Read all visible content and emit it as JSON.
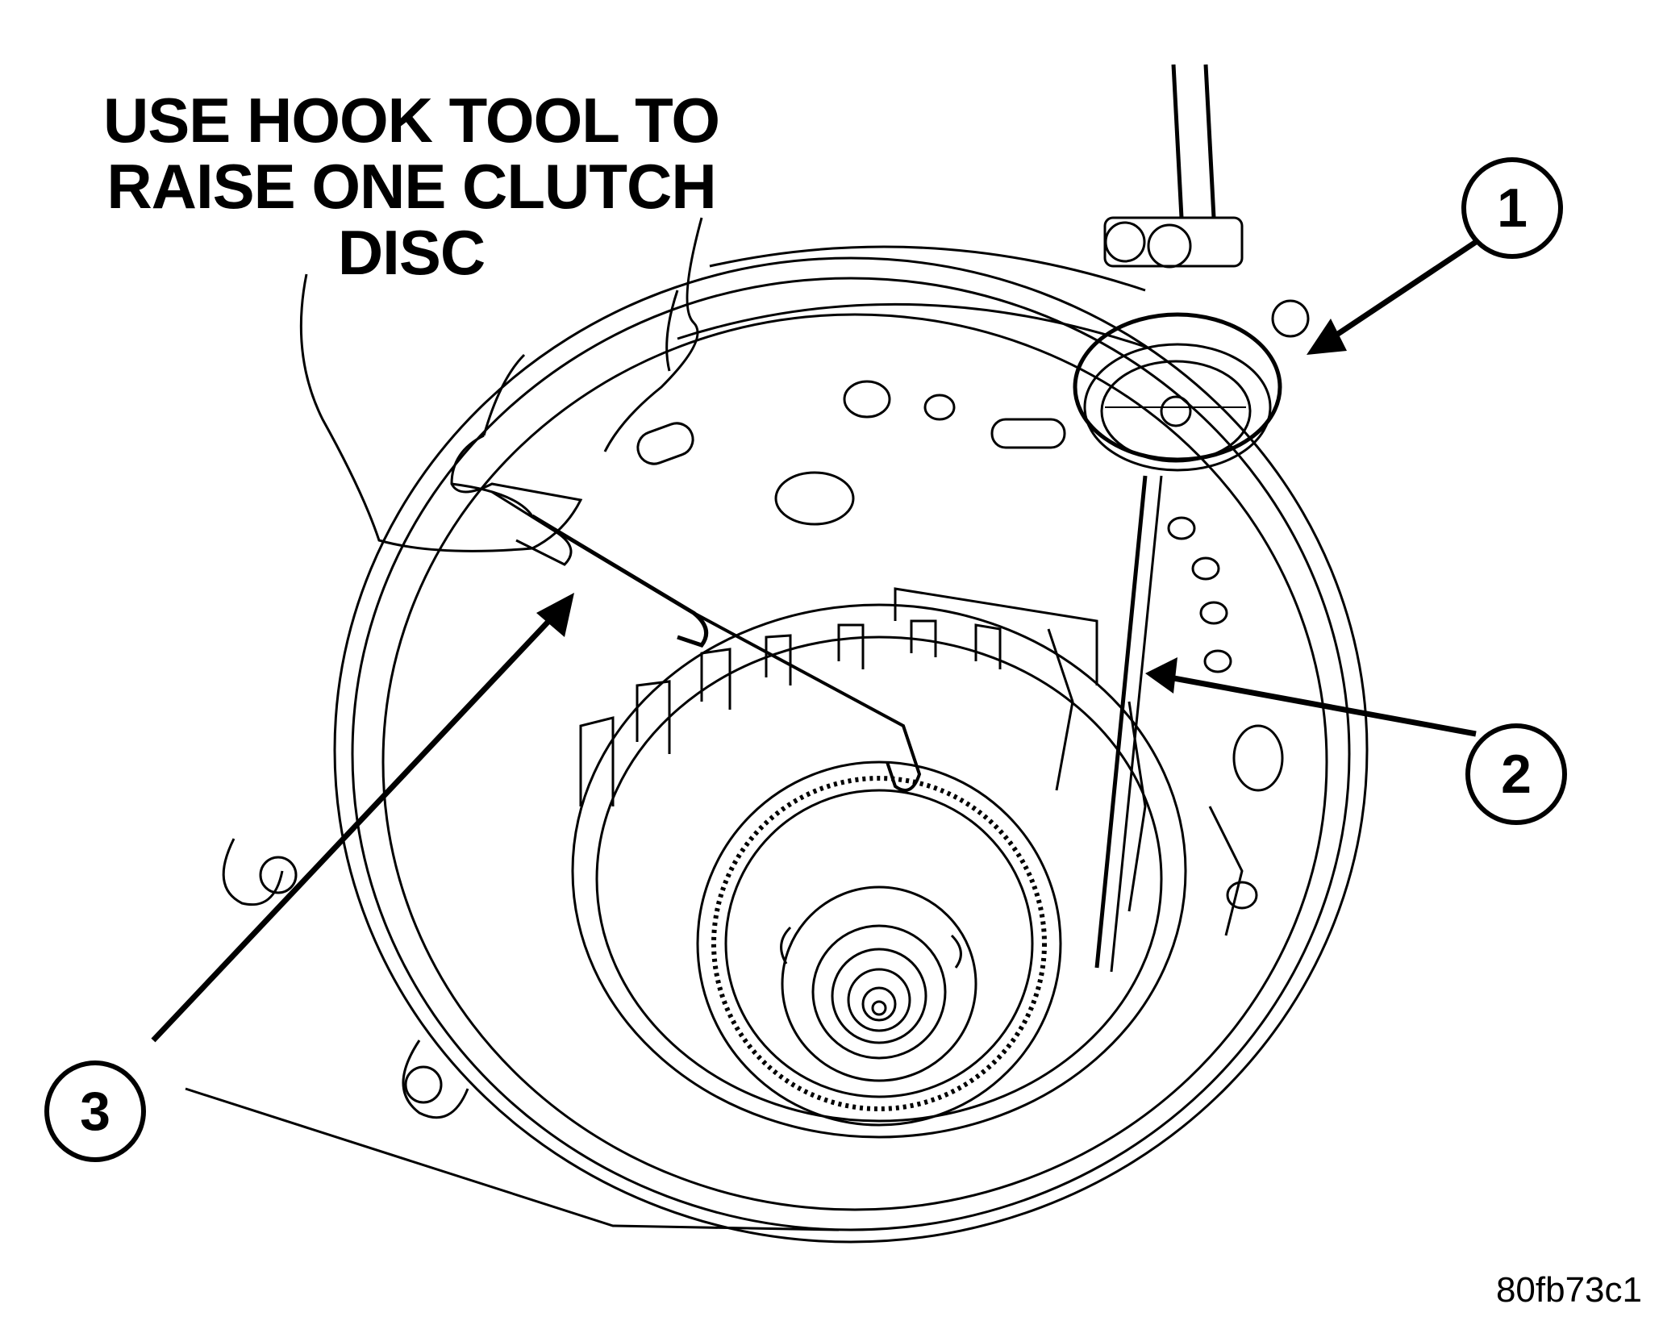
{
  "caption": {
    "line1": "USE HOOK TOOL TO",
    "line2": "RAISE ONE CLUTCH",
    "line3": "DISC"
  },
  "callouts": [
    {
      "number": "1"
    },
    {
      "number": "2"
    },
    {
      "number": "3"
    }
  ],
  "figure_id": "80fb73c1",
  "colors": {
    "ink": "#000000",
    "paper": "#ffffff"
  }
}
